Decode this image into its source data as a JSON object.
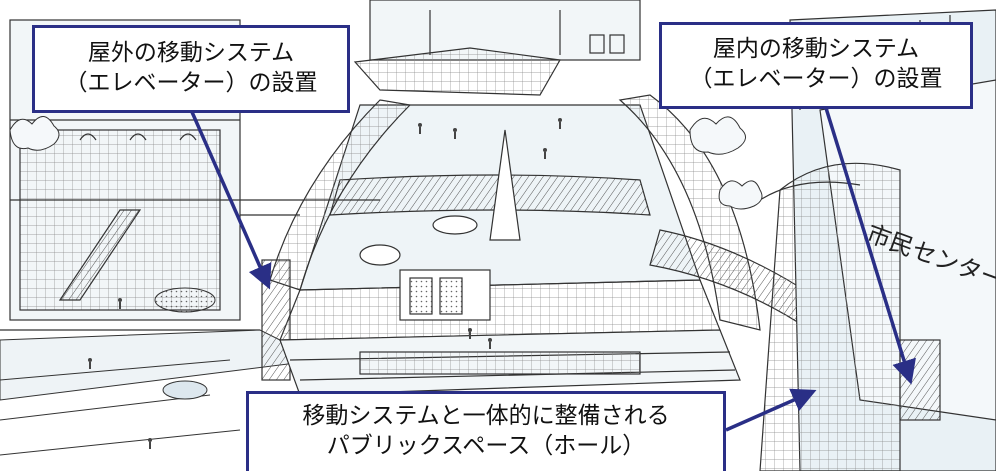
{
  "callouts": {
    "outdoor": {
      "line1": "屋外の移動システム",
      "line2": "（エレベーター）の設置"
    },
    "indoor": {
      "line1": "屋内の移動システム",
      "line2": "（エレベーター）の設置"
    },
    "public_space": {
      "line1": "移動システムと一体的に整備される",
      "line2": "パブリックスペース（ホール）"
    }
  },
  "building_sign": "市民センター",
  "colors": {
    "callout_border": "#2a2f86",
    "arrow": "#2a2f86",
    "sketch_line": "#333333",
    "sketch_tint": "#e3eef4"
  }
}
